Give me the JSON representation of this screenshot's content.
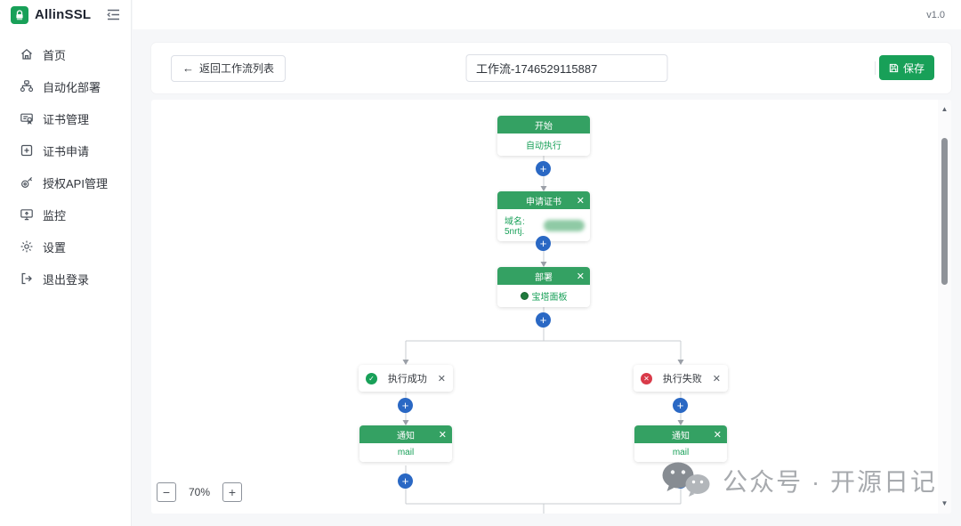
{
  "app": {
    "name": "AllinSSL",
    "version": "v1.0"
  },
  "sidebar": {
    "items": [
      {
        "label": "首页",
        "icon": "home-icon"
      },
      {
        "label": "自动化部署",
        "icon": "deploy-icon"
      },
      {
        "label": "证书管理",
        "icon": "certificate-icon"
      },
      {
        "label": "证书申请",
        "icon": "cert-apply-icon"
      },
      {
        "label": "授权API管理",
        "icon": "api-key-icon"
      },
      {
        "label": "监控",
        "icon": "monitor-icon"
      },
      {
        "label": "设置",
        "icon": "settings-icon"
      },
      {
        "label": "退出登录",
        "icon": "logout-icon"
      }
    ]
  },
  "toolbar": {
    "back_label": "返回工作流列表",
    "back_arrow": "←",
    "workflow_name": "工作流-1746529115887",
    "save_label": "保存"
  },
  "canvas": {
    "zoom_level": "70%",
    "zoom_out": "−",
    "zoom_in": "+",
    "plus_glyph": "+",
    "close_glyph": "✕",
    "nodes": {
      "start": {
        "title": "开始",
        "body": "自动执行"
      },
      "apply": {
        "title": "申请证书",
        "body_prefix": "域名: 5nrtj."
      },
      "deploy": {
        "title": "部署",
        "body": "宝塔面板"
      },
      "success": {
        "label": "执行成功",
        "status_glyph": "✓"
      },
      "fail": {
        "label": "执行失败",
        "status_glyph": "✕"
      },
      "notify_left": {
        "title": "通知",
        "body": "mail"
      },
      "notify_right": {
        "title": "通知",
        "body": "mail"
      }
    },
    "scrollbar": {
      "up": "▲",
      "down": "▼"
    }
  },
  "watermark": {
    "text": "公众号 · 开源日记"
  },
  "colors": {
    "green": "#18a058",
    "node_header_green": "#34a163",
    "blue": "#2a68c4",
    "red": "#d93a49"
  }
}
